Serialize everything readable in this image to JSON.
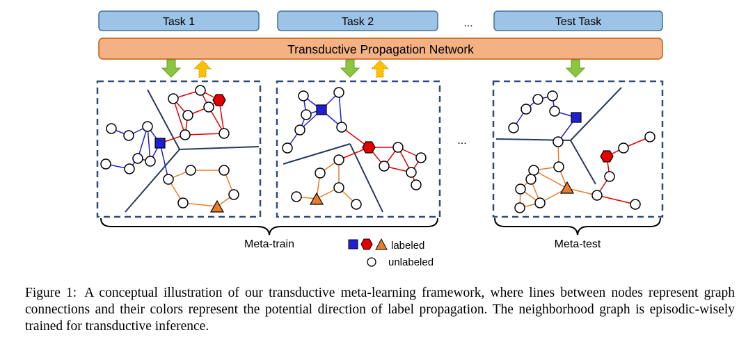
{
  "figure": {
    "tasks": [
      "Task 1",
      "Task 2",
      "Test Task"
    ],
    "ellipsis": "...",
    "network_label": "Transductive Propagation Network",
    "meta_train_label": "Meta-train",
    "meta_test_label": "Meta-test",
    "legend": {
      "labeled": "labeled",
      "unlabeled": "unlabeled"
    },
    "colors": {
      "task_fill": "#9dc3e6",
      "task_border": "#41719c",
      "network_fill": "#f4b183",
      "network_border": "#c55a11",
      "arrow_down": "#8cc63f",
      "arrow_up": "#ffc000",
      "box_border": "#2f4b7c",
      "blue": "#1f1fd6",
      "red": "#e50000",
      "orange": "#e57d2b",
      "partition": "#253a5e"
    }
  },
  "caption": {
    "label": "Figure 1:",
    "text": "A conceptual illustration of our transductive meta-learning framework, where lines between nodes represent graph connections and their colors represent the potential direction of label propagation. The neighborhood graph is episodic-wisely trained for transductive inference."
  }
}
